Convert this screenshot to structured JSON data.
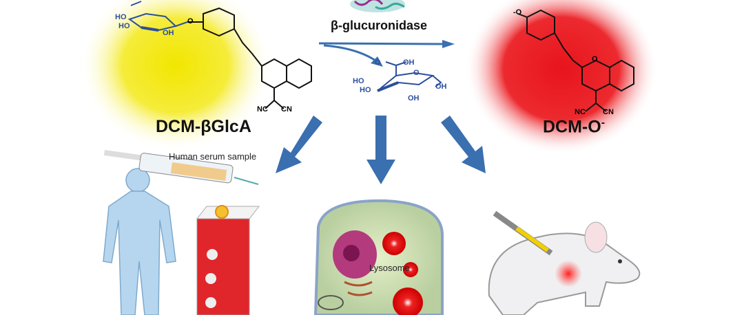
{
  "enzyme": {
    "label": "β-glucuronidase"
  },
  "substrate": {
    "name_main": "DCM-βGlcA",
    "atoms": {
      "ho1": "HO",
      "ho2": "HO",
      "oh": "OH",
      "o": "O",
      "nc": "NC",
      "cn": "CN"
    }
  },
  "product": {
    "name_main": "DCM-O",
    "charge": "-",
    "atoms": {
      "o_minus": "-O",
      "o": "O",
      "nc": "NC",
      "cn": "CN"
    }
  },
  "byproduct": {
    "atoms": {
      "o": "O",
      "oh_top": "OH",
      "ho1": "HO",
      "ho2": "HO",
      "oh_ring": "OH",
      "oh_bottom": "OH",
      "o_ring": "O"
    }
  },
  "applications": {
    "serum": "Human serum sample",
    "cell": "Lysosome"
  },
  "colors": {
    "substrate_glow": "#f2e600",
    "product_glow": "#e8141c",
    "arrow": "#3a6fb0",
    "sugar": "#2b4f9e",
    "cuvette": "#e0262b"
  }
}
